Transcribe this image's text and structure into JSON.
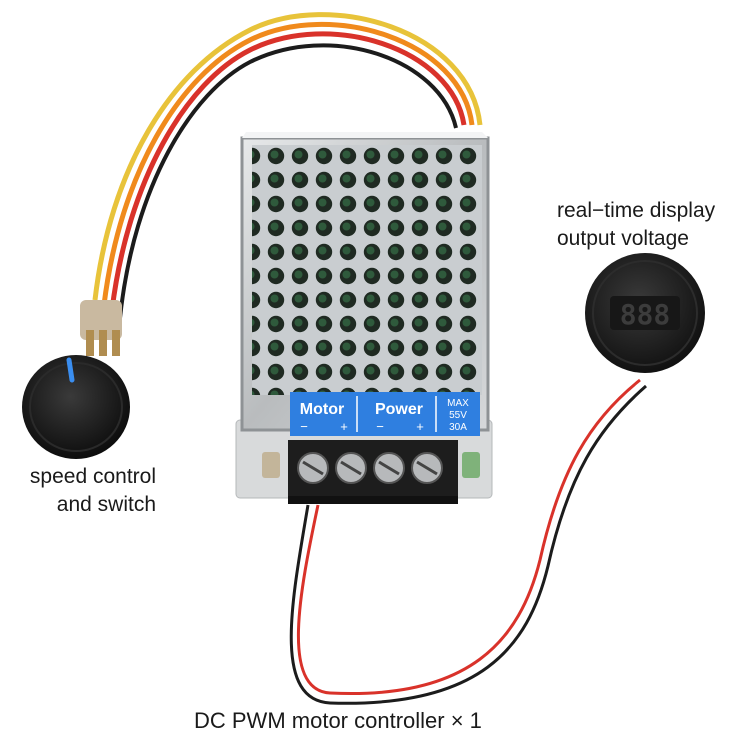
{
  "captions": {
    "speed_control": [
      "speed control",
      "and switch"
    ],
    "display": [
      "real−time display",
      "output voltage"
    ],
    "product": "DC PWM motor controller × 1"
  },
  "terminal_label": {
    "motor": "Motor",
    "motor_minus": "−",
    "motor_plus": "+",
    "power": "Power",
    "power_minus": "−",
    "power_plus": "+",
    "max_lines": [
      "MAX",
      "55V",
      "30A"
    ]
  },
  "display_reading": "888",
  "colors": {
    "label_blue": "#2f7fe0",
    "wire_red": "#d9322a",
    "wire_black": "#1c1c1c",
    "wire_orange": "#f08a1c",
    "wire_yellow": "#e8c33a",
    "knob_indicator": "#3a8ef0"
  }
}
